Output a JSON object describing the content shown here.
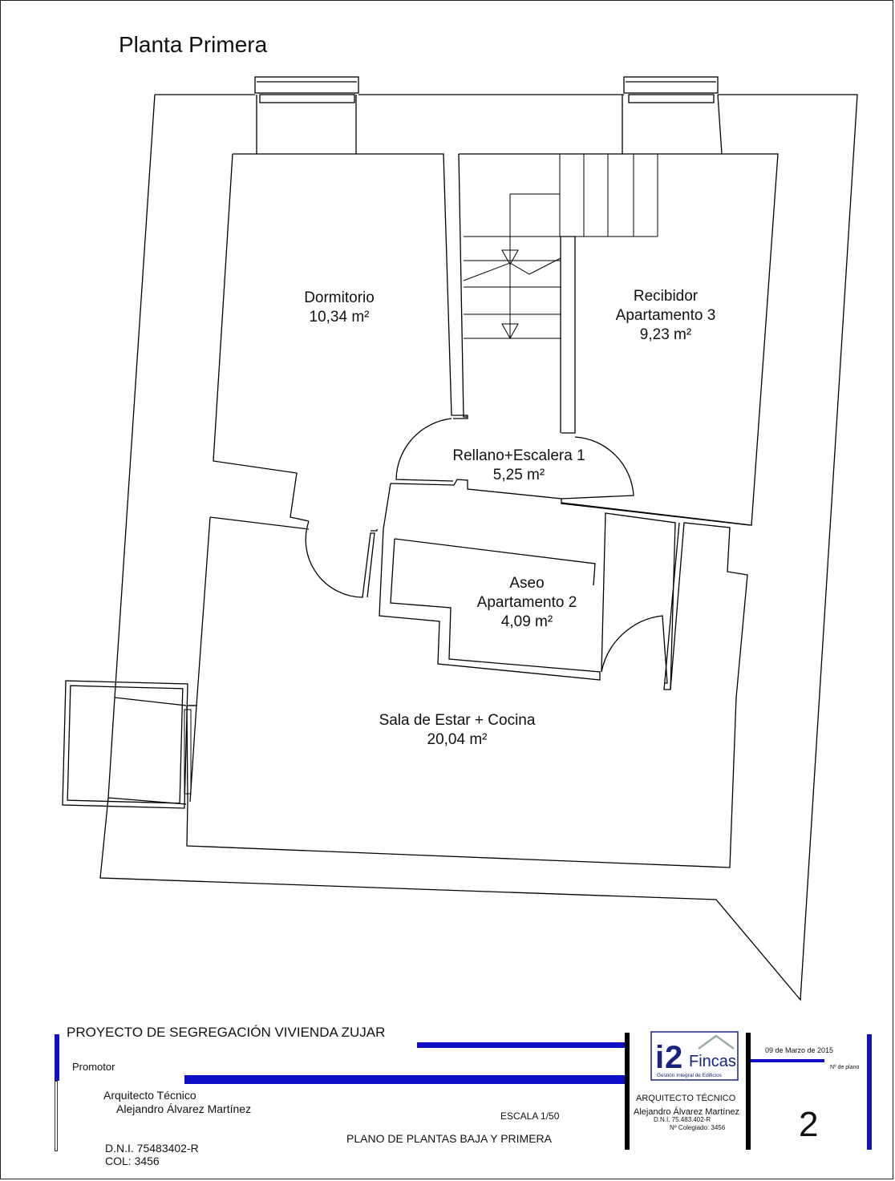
{
  "title": "Planta Primera",
  "rooms": [
    {
      "name": "Dormitorio",
      "area": "10,34 m²"
    },
    {
      "name": "Recibidor",
      "name2": "Apartamento 3",
      "area": "9,23 m²"
    },
    {
      "name": "Rellano+Escalera 1",
      "area": "5,25 m²"
    },
    {
      "name": "Aseo",
      "name2": "Apartamento 2",
      "area": "4,09 m²"
    },
    {
      "name": "Sala de Estar + Cocina",
      "area": "20,04 m²"
    }
  ],
  "title_block": {
    "project": "PROYECTO DE SEGREGACIÓN VIVIENDA ZUJAR",
    "promoter_label": "Promotor",
    "architect_label": "Arquitecto Técnico",
    "architect_name": "Alejandro Álvarez Martínez",
    "dni": "D.N.I. 75483402-R",
    "col": "COL: 3456",
    "scale": "ESCALA   1/50",
    "plan_title": "PLANO DE PLANTAS BAJA Y PRIMERA",
    "logo_number": "2",
    "logo_word": "Fincas",
    "logo_tagline": "Gestión Integral de Edificios",
    "stamp_role": "ARQUITECTO TÉCNICO",
    "stamp_name": "Alejandro Álvarez Martínez",
    "stamp_dni": "D.N.I. 75.483.402-R",
    "stamp_col": "Nº Colegiado: 3456",
    "date": "09 de Marzo de 2015",
    "plan_number_label": "Nº de plano",
    "plan_number": "2"
  },
  "colors": {
    "line": "#000000",
    "accent_blue": "#1010c8"
  }
}
